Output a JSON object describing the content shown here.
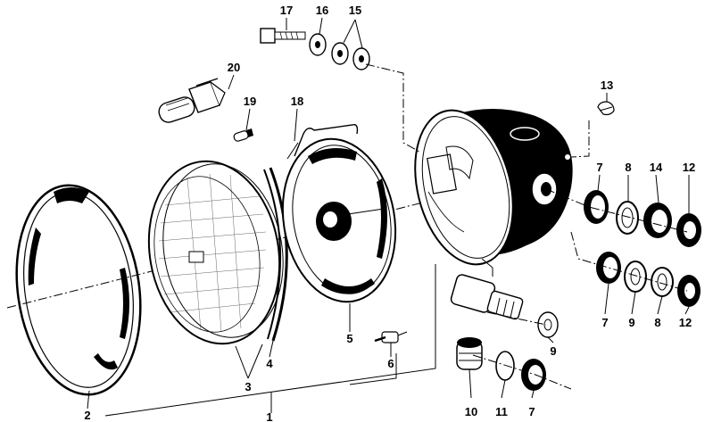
{
  "diagram": {
    "callouts": [
      {
        "id": "c1",
        "text": "1"
      },
      {
        "id": "c2",
        "text": "2"
      },
      {
        "id": "c3",
        "text": "3"
      },
      {
        "id": "c4",
        "text": "4"
      },
      {
        "id": "c5",
        "text": "5"
      },
      {
        "id": "c6",
        "text": "6"
      },
      {
        "id": "c7a",
        "text": "7"
      },
      {
        "id": "c7b",
        "text": "7"
      },
      {
        "id": "c7c",
        "text": "7"
      },
      {
        "id": "c8a",
        "text": "8"
      },
      {
        "id": "c8b",
        "text": "8"
      },
      {
        "id": "c9a",
        "text": "9"
      },
      {
        "id": "c9b",
        "text": "9"
      },
      {
        "id": "c10",
        "text": "10"
      },
      {
        "id": "c11",
        "text": "11"
      },
      {
        "id": "c12a",
        "text": "12"
      },
      {
        "id": "c12b",
        "text": "12"
      },
      {
        "id": "c13",
        "text": "13"
      },
      {
        "id": "c14",
        "text": "14"
      },
      {
        "id": "c15",
        "text": "15"
      },
      {
        "id": "c16",
        "text": "16"
      },
      {
        "id": "c17",
        "text": "17"
      },
      {
        "id": "c18",
        "text": "18"
      },
      {
        "id": "c19",
        "text": "19"
      },
      {
        "id": "c20",
        "text": "20"
      }
    ]
  }
}
